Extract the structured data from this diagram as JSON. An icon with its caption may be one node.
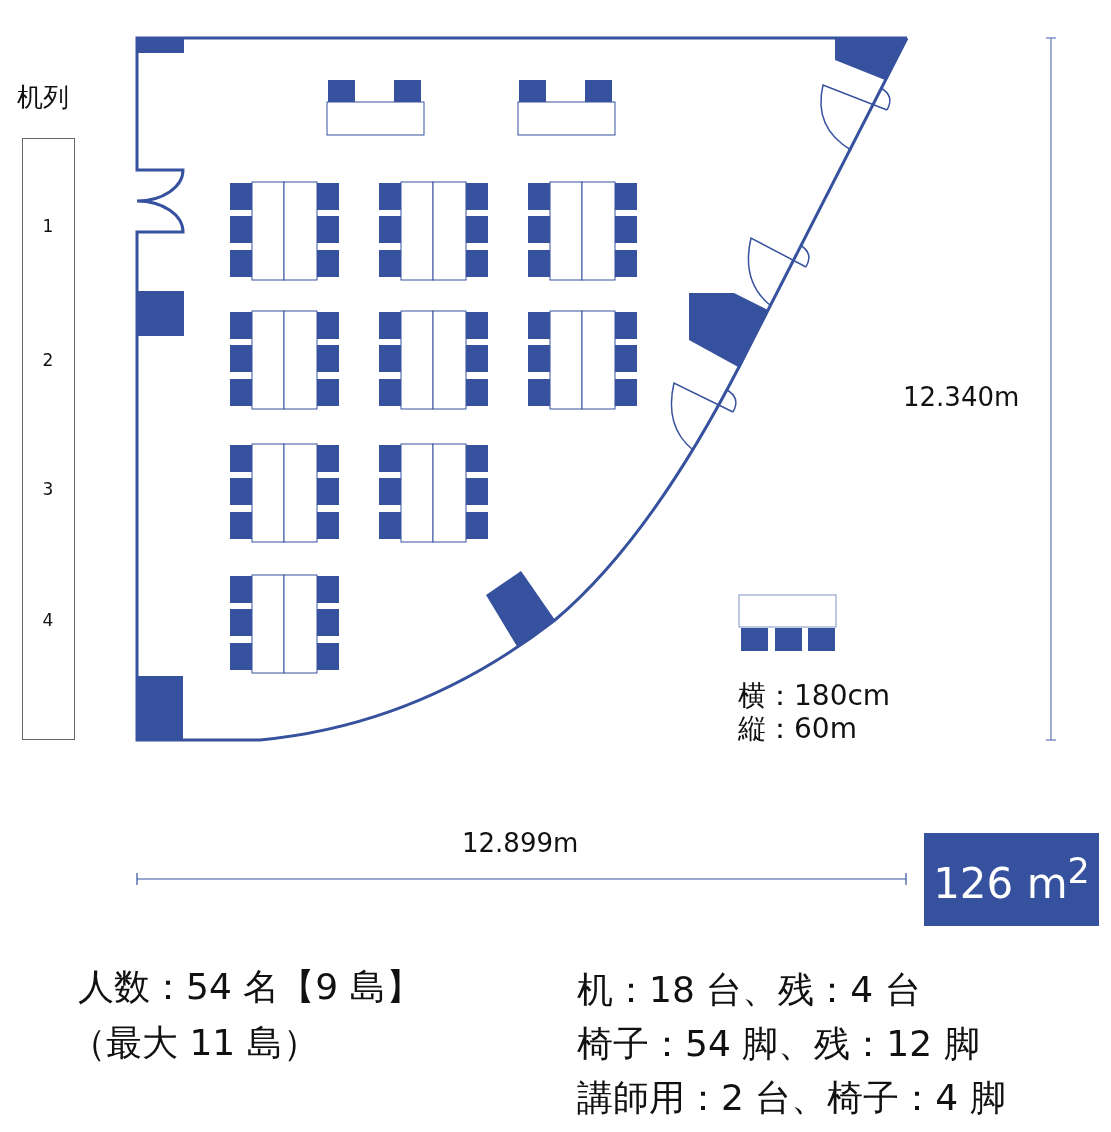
{
  "diagram": {
    "nodes": [
      {
        "text": [
          "机列",
          "1",
          "2",
          "3",
          "4"
        ]
      },
      {
        "text": [
          "126 m$^{2}$"
        ]
      }
    ],
    "labels": [
      "12.340m",
      "横：180cm",
      "縦：60m",
      "12.899m",
      "人数：54 名【9 島】",
      "（最大 11 島）",
      "机：18 台、残：4 台",
      "椅子：54 脚、残：12 脚",
      "講師用：2 台、椅子：4 脚"
    ]
  }
}
